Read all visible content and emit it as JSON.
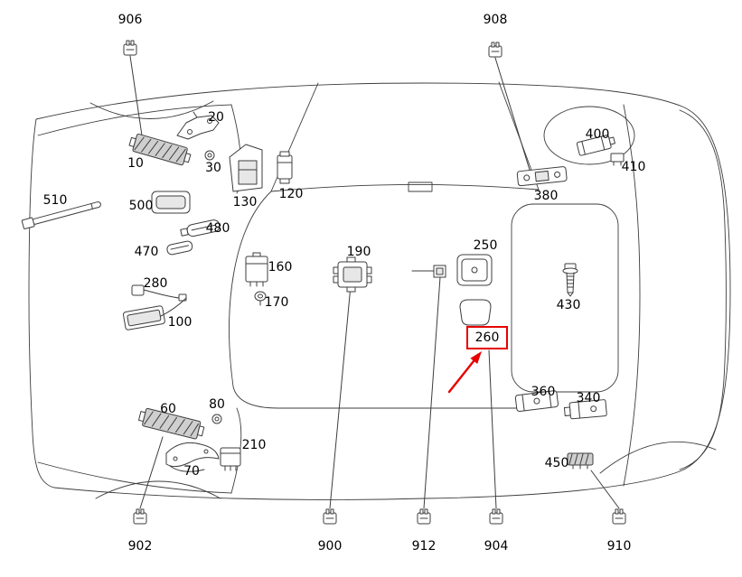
{
  "diagram": {
    "kind": "vehicle-top-view parts diagram",
    "highlighted_part": "260"
  },
  "colors": {
    "background": "#ffffff",
    "line": "#3d3d3d",
    "highlight": "#e60000"
  },
  "labels": {
    "p906": "906",
    "p908": "908",
    "p902": "902",
    "p900": "900",
    "p912": "912",
    "p904": "904",
    "p910": "910",
    "p10": "10",
    "p20": "20",
    "p30": "30",
    "p60": "60",
    "p70": "70",
    "p80": "80",
    "p100": "100",
    "p120": "120",
    "p130": "130",
    "p160": "160",
    "p170": "170",
    "p190": "190",
    "p210": "210",
    "p250": "250",
    "p260": "260",
    "p280": "280",
    "p340": "340",
    "p360": "360",
    "p380": "380",
    "p400": "400",
    "p410": "410",
    "p430": "430",
    "p450": "450",
    "p470": "470",
    "p480": "480",
    "p500": "500",
    "p510": "510"
  }
}
